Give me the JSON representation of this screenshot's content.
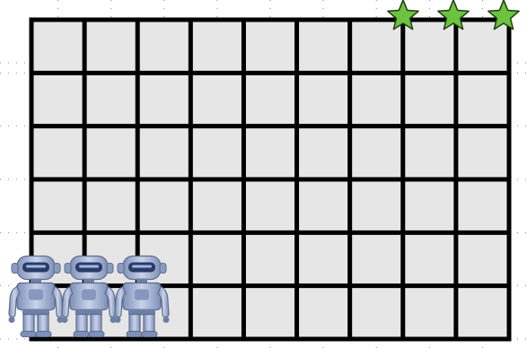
{
  "board": {
    "rows": 6,
    "cols": 9,
    "cell_fill": "#e6e6e6",
    "line_color": "#000000",
    "guide_color": "#8a8a8a"
  },
  "stars": {
    "count": 3,
    "color": "#6cc33f",
    "outline": "#1f3d10",
    "icon": "star-icon"
  },
  "robots": {
    "count": 3,
    "icon": "robot-icon",
    "body_color": "#a9b8d6",
    "shadow_color": "#6f7fa3",
    "visor_color": "#2a3c66"
  }
}
